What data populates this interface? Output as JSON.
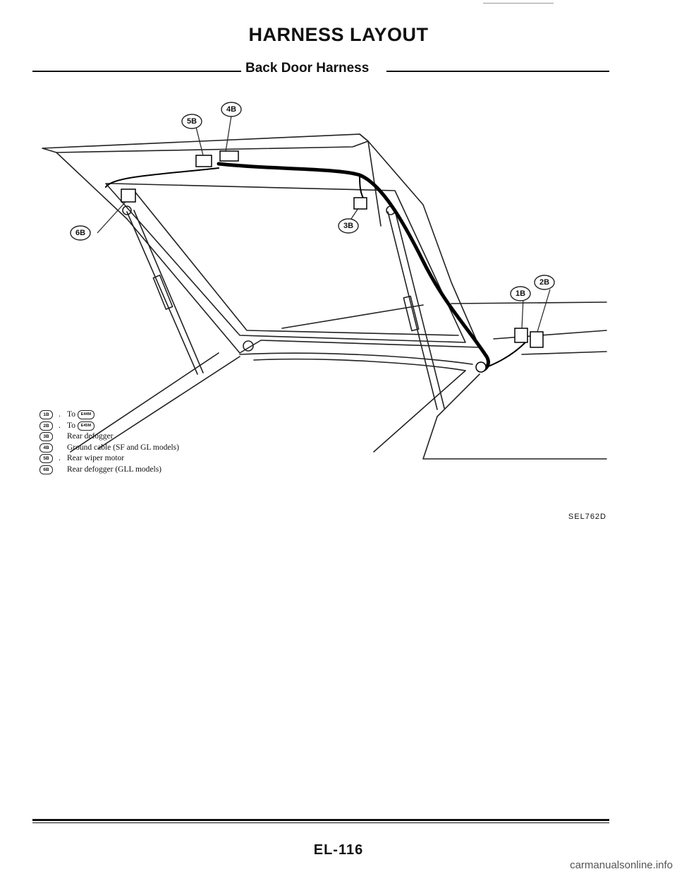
{
  "header": {
    "title": "HARNESS LAYOUT",
    "subtitle": "Back Door Harness"
  },
  "diagram": {
    "callouts": [
      "1B",
      "2B",
      "3B",
      "4B",
      "5B",
      "6B"
    ]
  },
  "legend": [
    {
      "badge": "1B",
      "dot": ".",
      "text": "To",
      "ref": "E44M"
    },
    {
      "badge": "2B",
      "dot": ".",
      "text": "To",
      "ref": "E45M"
    },
    {
      "badge": "3B",
      "dot": "",
      "text": "Rear defogger",
      "ref": ""
    },
    {
      "badge": "4B",
      "dot": "",
      "text": "Ground cable (SF and GL models)",
      "ref": ""
    },
    {
      "badge": "5B",
      "dot": ".",
      "text": "Rear wiper motor",
      "ref": ""
    },
    {
      "badge": "6B",
      "dot": "",
      "text": "Rear defogger (GLL models)",
      "ref": ""
    }
  ],
  "figure_code": "SEL762D",
  "footer": {
    "page_number": "EL-116"
  },
  "watermark": "carmanualsonline.info"
}
